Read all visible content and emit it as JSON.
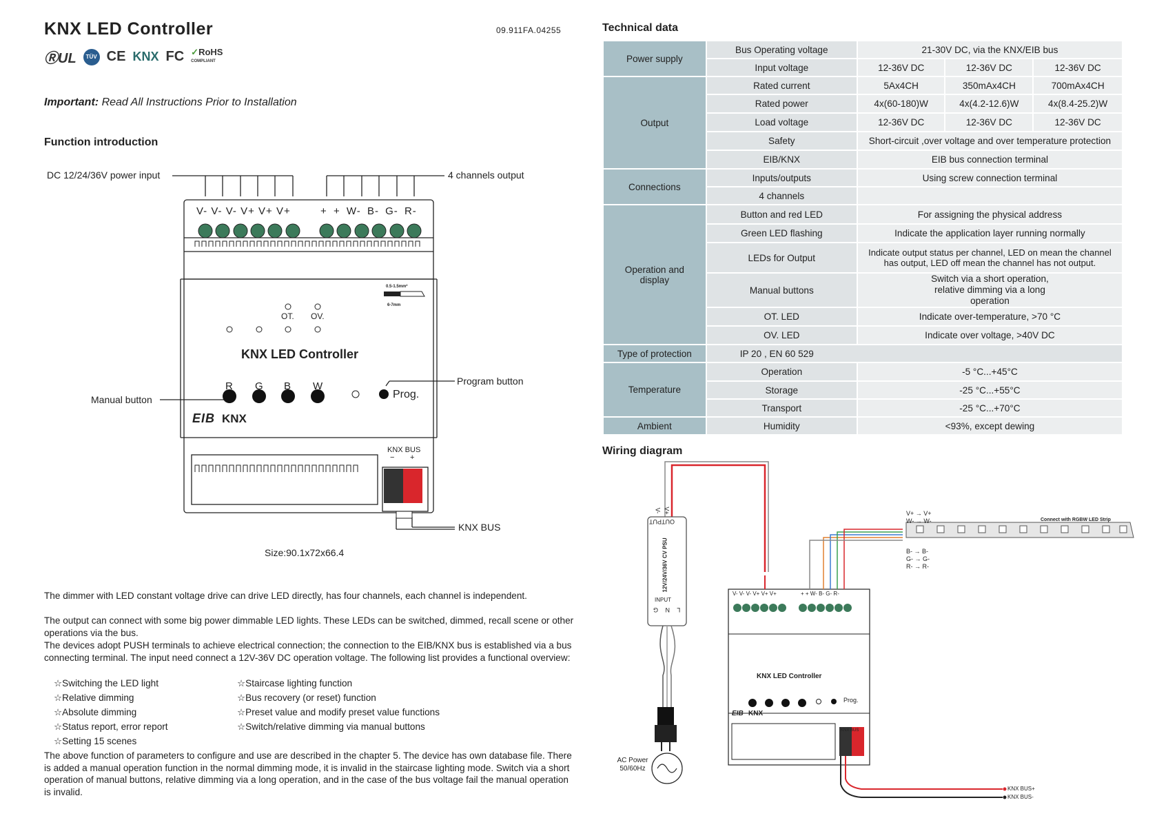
{
  "header": {
    "title": "KNX LED Controller",
    "doc_number": "09.911FA.04255"
  },
  "certifications": [
    {
      "icon": "ul-icon",
      "text": "UL"
    },
    {
      "icon": "tuv-icon",
      "text": "TÜV"
    },
    {
      "icon": "ce-icon",
      "text": "CE"
    },
    {
      "icon": "knx-logo-icon",
      "text": "KNX"
    },
    {
      "icon": "fcc-icon",
      "text": "FC"
    },
    {
      "icon": "rohs-icon",
      "text": "RoHS"
    }
  ],
  "important": {
    "lead": "Important:",
    "text": "Read All Instructions Prior to Installation"
  },
  "function_intro": {
    "title": "Function introduction",
    "labels": {
      "power_input": "DC 12/24/36V power input",
      "channels_output": "4 channels output",
      "manual_button": "Manual button",
      "program_button": "Program button",
      "knx_bus": "KNX BUS",
      "size": "Size:90.1x72x66.4"
    },
    "device": {
      "terminals_in": [
        "V-",
        "V-",
        "V-",
        "V+",
        "V+",
        "V+"
      ],
      "terminals_out": [
        "+",
        "+",
        "W-",
        "B-",
        "G-",
        "R-"
      ],
      "wire_spec": "0.5-1.5mm²",
      "strip_spec": "6-7mm",
      "led_ot": "OT.",
      "led_ov": "OV.",
      "name": "KNX LED Controller",
      "buttons": [
        "R",
        "G",
        "B",
        "W"
      ],
      "prog": "Prog.",
      "eib": "EIB",
      "knx": "KNX",
      "bus_label": "KNX BUS",
      "bus_minus": "−",
      "bus_plus": "+"
    },
    "paragraphs": [
      "The dimmer with LED constant voltage drive can drive LED directly, has four channels, each channel is independent.",
      "The output can connect with some big power dimmable LED lights. These LEDs can be switched, dimmed, recall scene or other operations via the bus.",
      "The devices adopt PUSH terminals to achieve electrical connection; the connection to the EIB/KNX bus is established via a bus connecting terminal. The input need connect a 12V-36V DC operation voltage. The following list provides a functional overview:"
    ],
    "features_left": [
      "☆Switching the LED light",
      "☆Relative dimming",
      "☆Absolute dimming",
      "☆Status report, error report",
      "☆Setting 15 scenes"
    ],
    "features_right": [
      "☆Staircase lighting function",
      "☆Bus recovery (or reset) function",
      "☆Preset value and modify preset value functions",
      "☆Switch/relative dimming via manual buttons"
    ],
    "closing": "The above function of parameters to configure and use are described in the chapter 5. The device has own database file. There is added a manual operation function in the normal dimming mode, it is invalid in the staircase lighting mode. Switch via a short operation of manual buttons, relative dimming via a long operation, and in the case of the bus voltage fail the manual operation is invalid."
  },
  "technical": {
    "title": "Technical data",
    "ps": "Power supply",
    "bus_op": "Bus Operating voltage",
    "bus_op_val": "21-30V DC, via the KNX/EIB bus",
    "input": "Input voltage",
    "input_vals": [
      "12-36V DC",
      "12-36V DC",
      "12-36V DC"
    ],
    "output": "Output",
    "rated_current": "Rated current",
    "rated_current_vals": [
      "5Ax4CH",
      "350mAx4CH",
      "700mAx4CH"
    ],
    "rated_power": "Rated power",
    "rated_power_vals": [
      "4x(60-180)W",
      "4x(4.2-12.6)W",
      "4x(8.4-25.2)W"
    ],
    "load": "Load voltage",
    "load_vals": [
      "12-36V DC",
      "12-36V DC",
      "12-36V DC"
    ],
    "safety": "Safety",
    "safety_val": "Short-circuit ,over voltage and over temperature protection",
    "eib": "EIB/KNX",
    "eib_val": "EIB bus connection terminal",
    "connections": "Connections",
    "io": "Inputs/outputs",
    "io_val": "Using screw connection terminal",
    "ch4": "4 channels",
    "opdisp": "Operation and display",
    "btn_led": "Button and red LED",
    "btn_led_val": "For assigning the physical address",
    "green": "Green LED flashing",
    "green_val": "Indicate the application layer running normally",
    "leds_out": "LEDs for Output",
    "leds_out_val": "Indicate output status per channel, LED on mean the channel has output, LED off mean the channel has not output.",
    "manual": "Manual buttons",
    "manual_val": "Switch via a short operation, relative dimming via a long operation",
    "ot": "OT. LED",
    "ot_val": "Indicate over-temperature, >70 °C",
    "ov": "OV. LED",
    "ov_val": "Indicate over voltage, >40V DC",
    "prot": "Type of protection",
    "prot_val": "IP 20 , EN 60 529",
    "temp": "Temperature",
    "operation": "Operation",
    "operation_val": "-5 °C...+45°C",
    "storage": "Storage",
    "storage_val": "-25 °C...+55°C",
    "transport": "Transport",
    "transport_val": "-25 °C...+70°C",
    "ambient": "Ambient",
    "humidity": "Humidity",
    "humidity_val": "<93%, except dewing"
  },
  "wiring": {
    "title": "Wiring diagram",
    "psu_output": "OUTPUT",
    "psu_vminus": "V-",
    "psu_vplus": "V+",
    "psu_name": "12V/24V/36V CV PSU",
    "psu_input": "INPUT",
    "psu_lng": "L N G",
    "ac": "AC Power 50/60Hz",
    "strip": "Connect with RGBW LED Strip",
    "map_top": [
      "V+ → V+",
      "W- → W-"
    ],
    "map_bottom": [
      "B- → B-",
      "G- → G-",
      "R- → R-"
    ],
    "bus_plus": "KNX BUS+",
    "bus_minus": "KNX BUS-",
    "terminals": "V- V- V- V+ V+ V+",
    "terminals_out": "+ + W- B- G- R-"
  },
  "colors": {
    "category_bg": "#a8bfc6",
    "param_bg": "#dfe3e5",
    "value_bg": "#eceeef",
    "terminal_green": "#3c7a5a",
    "bus_red": "#d9262c",
    "wire_red": "#d9262c"
  }
}
